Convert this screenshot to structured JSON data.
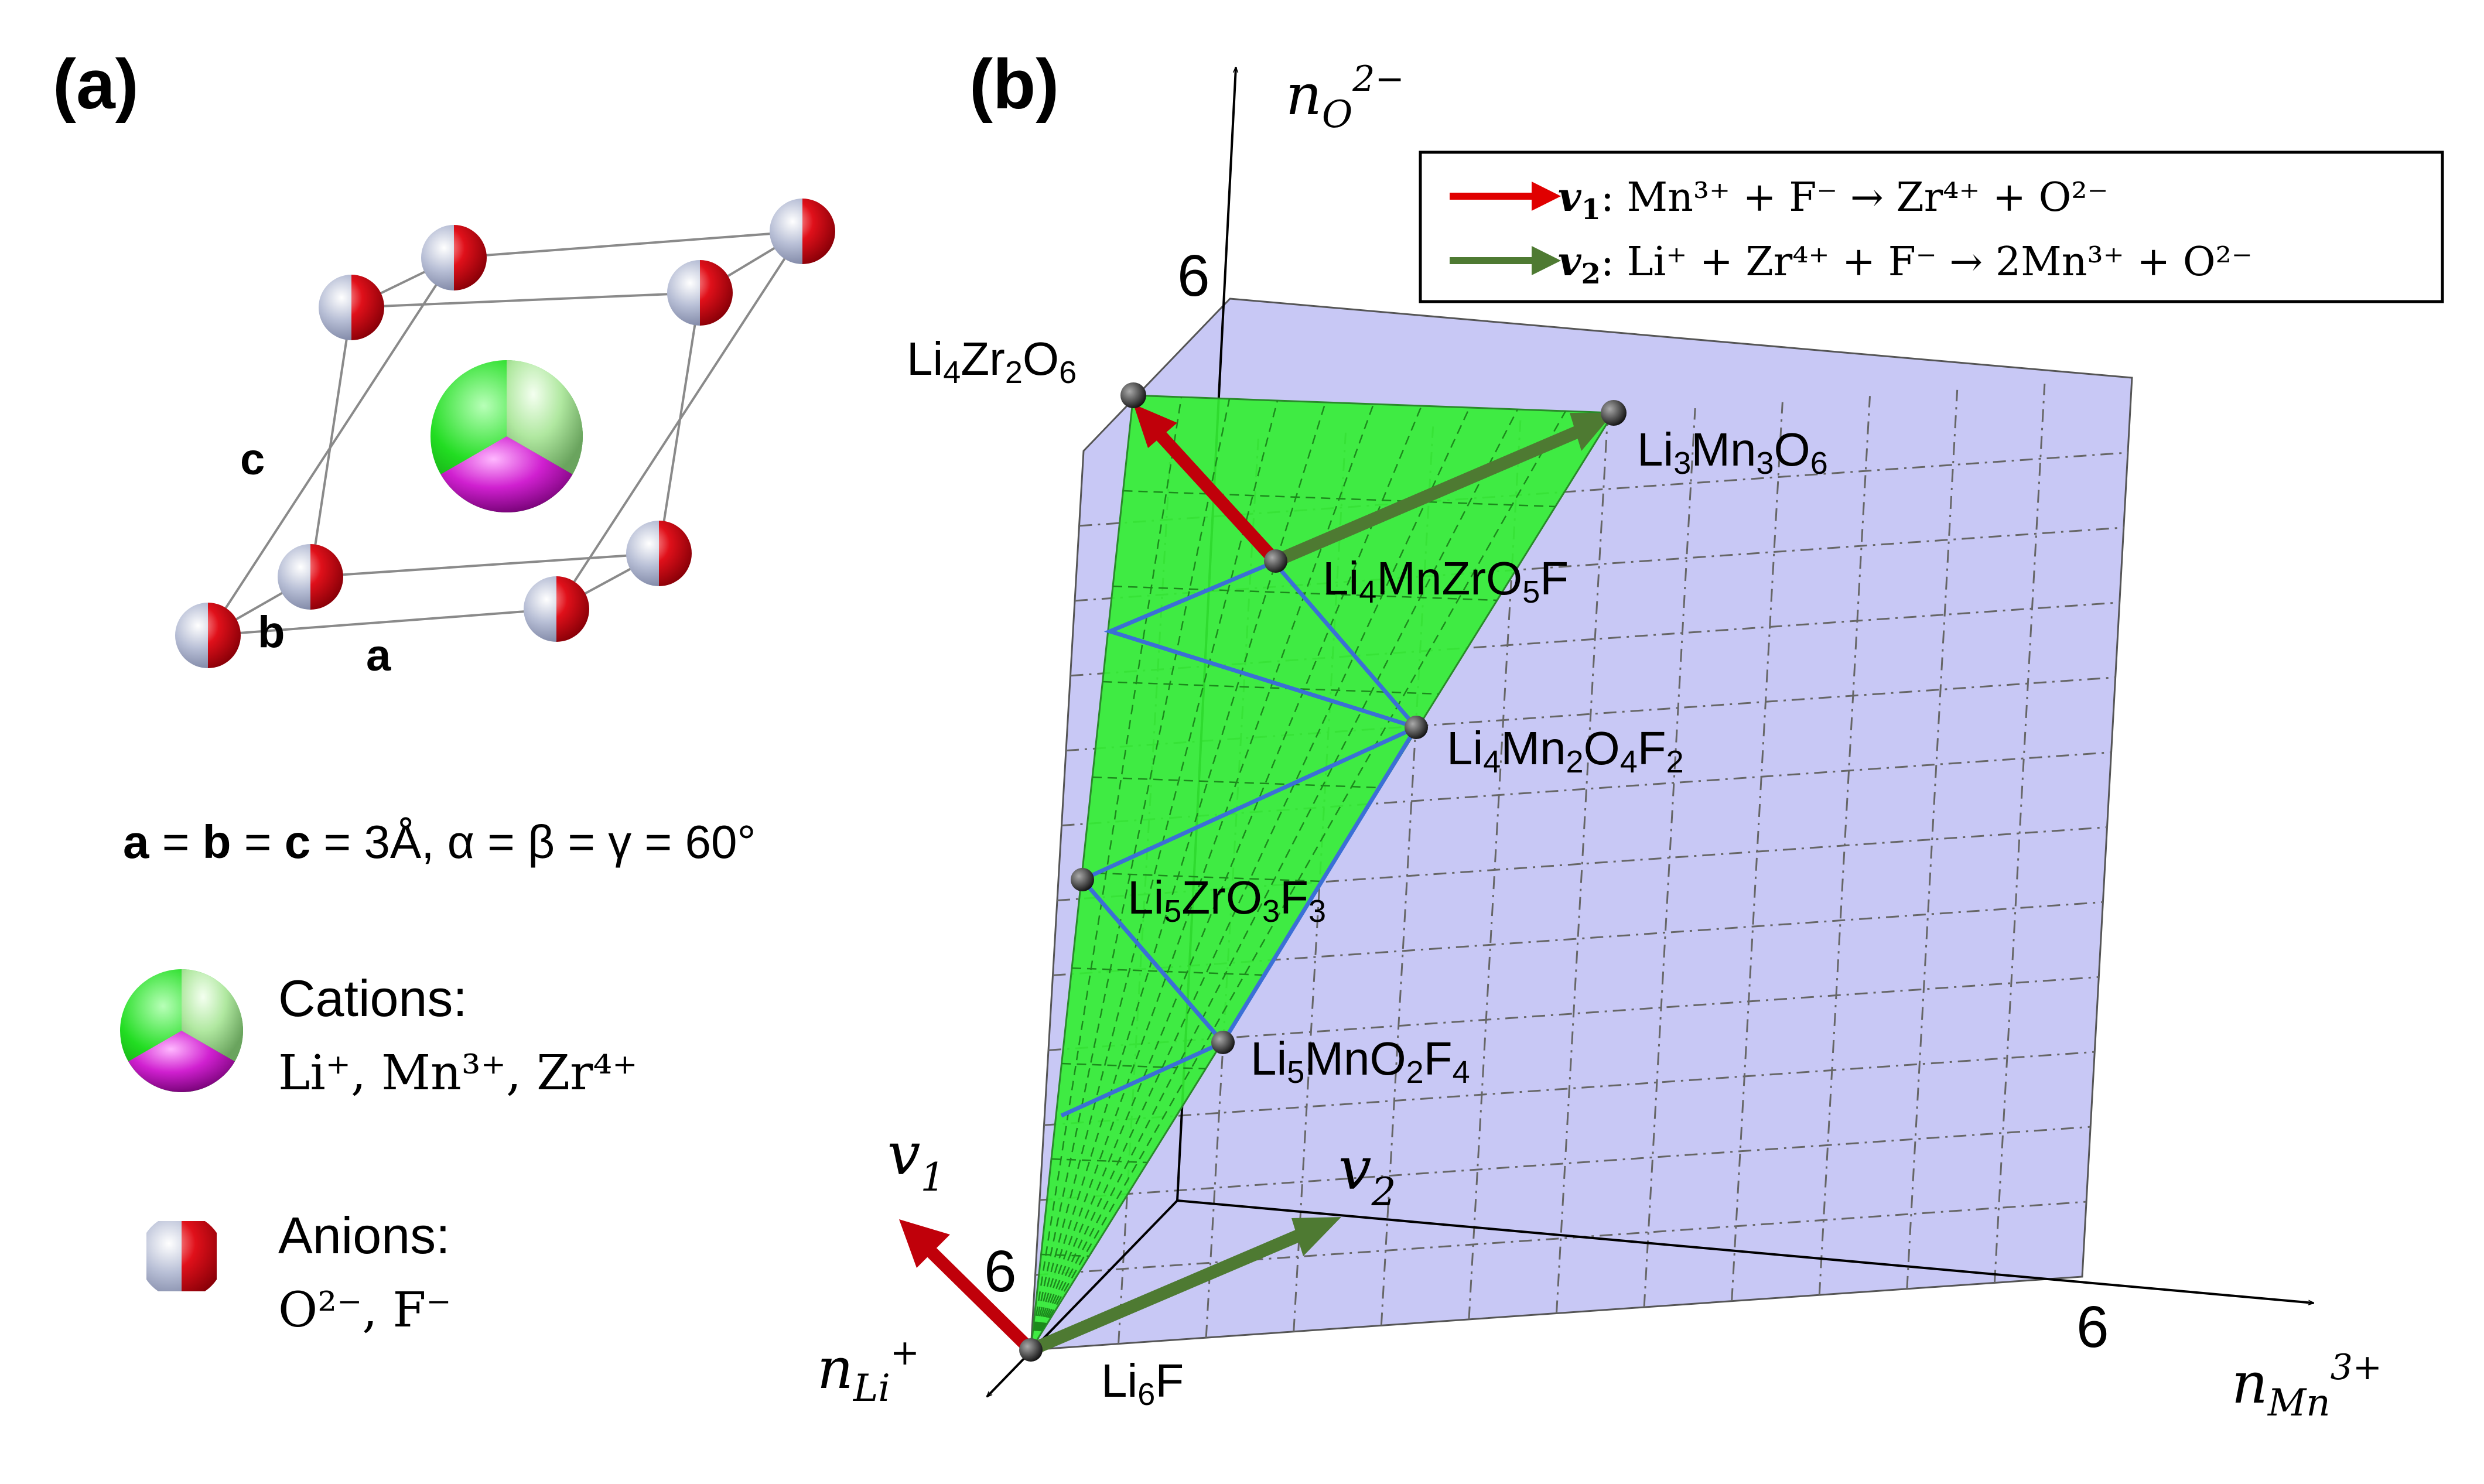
{
  "panel_a": {
    "label": "(a)",
    "lattice_labels": {
      "a": "a",
      "b": "b",
      "c": "c"
    },
    "param_bold_a": "a",
    "param_eq1": " = ",
    "param_bold_b": "b",
    "param_eq2": " = ",
    "param_bold_c": "c",
    "param_rest": " = 3Å, α = β = γ = 60°",
    "cations_title": "Cations:",
    "cations_list": "Li⁺, Mn³⁺, Zr⁴⁺",
    "anions_title": "Anions:",
    "anions_list": "O²⁻, F⁻"
  },
  "panel_b": {
    "label": "(b)",
    "axes": {
      "o": {
        "base": "n",
        "sub": "O",
        "sup": "2−"
      },
      "li": {
        "base": "n",
        "sub": "Li",
        "sup": "+"
      },
      "mn": {
        "base": "n",
        "sub": "Mn",
        "sup": "3+"
      }
    },
    "ticks": {
      "o": "6",
      "li": "6",
      "mn": "6"
    },
    "vectors": {
      "v1": {
        "base": "v",
        "sub": "1",
        "color": "#c0000a"
      },
      "v2": {
        "base": "v",
        "sub": "2",
        "color": "#4e7a32"
      }
    },
    "legend": {
      "v1_label_base": "v",
      "v1_label_sub": "1",
      "v1_reaction": ": Mn³⁺ + F⁻ → Zr⁴⁺ + O²⁻",
      "v2_label_base": "v",
      "v2_label_sub": "2",
      "v2_reaction": ": Li⁺ + Zr⁴⁺ + F⁻ → 2Mn³⁺ + O²⁻"
    },
    "compounds": [
      {
        "id": "li4zr2o6",
        "parts": [
          [
            "Li",
            0
          ],
          [
            "4",
            1
          ],
          [
            "Zr",
            0
          ],
          [
            "2",
            1
          ],
          [
            "O",
            0
          ],
          [
            "6",
            1
          ]
        ]
      },
      {
        "id": "li3mn3o6",
        "parts": [
          [
            "Li",
            0
          ],
          [
            "3",
            1
          ],
          [
            "Mn",
            0
          ],
          [
            "3",
            1
          ],
          [
            "O",
            0
          ],
          [
            "6",
            1
          ]
        ]
      },
      {
        "id": "li4mnzro5f",
        "parts": [
          [
            "Li",
            0
          ],
          [
            "4",
            1
          ],
          [
            "MnZrO",
            0
          ],
          [
            "5",
            1
          ],
          [
            "F",
            0
          ]
        ]
      },
      {
        "id": "li4mn2o4f2",
        "parts": [
          [
            "Li",
            0
          ],
          [
            "4",
            1
          ],
          [
            "Mn",
            0
          ],
          [
            "2",
            1
          ],
          [
            "O",
            0
          ],
          [
            "4",
            1
          ],
          [
            "F",
            0
          ],
          [
            "2",
            1
          ]
        ]
      },
      {
        "id": "li5zro3f3",
        "parts": [
          [
            "Li",
            0
          ],
          [
            "5",
            1
          ],
          [
            "ZrO",
            0
          ],
          [
            "3",
            1
          ],
          [
            "F",
            0
          ],
          [
            "3",
            1
          ]
        ]
      },
      {
        "id": "li5mno2f4",
        "parts": [
          [
            "Li",
            0
          ],
          [
            "5",
            1
          ],
          [
            "MnO",
            0
          ],
          [
            "2",
            1
          ],
          [
            "F",
            0
          ],
          [
            "4",
            1
          ]
        ]
      },
      {
        "id": "li6f",
        "parts": [
          [
            "Li",
            0
          ],
          [
            "6",
            1
          ],
          [
            "F",
            0
          ]
        ]
      }
    ],
    "colors": {
      "plane_fill": "#c8c8f5",
      "triangle_fill": "#33ee33",
      "path_line": "#3b6fd6",
      "v1_red": "#c0000a",
      "v2_green": "#4e7a32"
    }
  }
}
